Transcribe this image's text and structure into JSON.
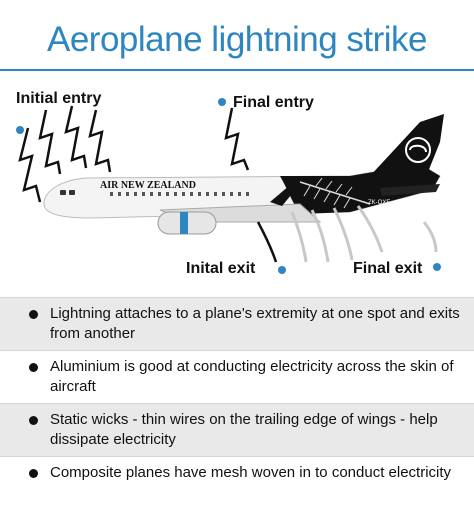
{
  "title": "Aeroplane lightning strike",
  "labels": {
    "initial_entry": "Initial entry",
    "final_entry": "Final entry",
    "initial_exit": "Inital exit",
    "final_exit": "Final exit"
  },
  "aircraft": {
    "livery_text": "AIR NEW ZEALAND",
    "registration": "ZK-OXE"
  },
  "bullets": [
    {
      "text": "Lightning attaches to a plane's extremity at one spot and exits from another"
    },
    {
      "text": "Aluminium is good at conducting electricity across the skin of aircraft"
    },
    {
      "text": "Static wicks - thin wires on the trailing edge of wings - help dissipate electricity"
    },
    {
      "text": "Composite planes have mesh woven in  to conduct electricity"
    }
  ],
  "colors": {
    "accent": "#2e86c1",
    "row_alt": "#e9e9e9",
    "livery_black": "#111111"
  }
}
